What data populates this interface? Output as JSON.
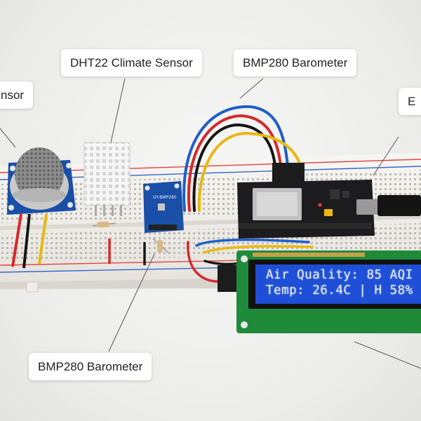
{
  "callouts": {
    "gas_sensor": "nsor",
    "dht22": "DHT22 Climate Sensor",
    "bmp280_top": "BMP280 Barometer",
    "esp32": "E",
    "bmp280_bottom": "BMP280 Barometer"
  },
  "lcd": {
    "line1": "Air Quality: 85 AQI",
    "line2": "Temp: 26.4C | H 58%"
  },
  "bmp_board_silk": "GY-BMP280",
  "colors": {
    "background": "#ececeb",
    "lcd_screen": "#1f4fd6",
    "lcd_pcb": "#1f8a3a",
    "sensor_board": "#1a4fa8",
    "esp32_board": "#1c1c1e",
    "breadboard": "#f4f2ee",
    "wire_red": "#d42a2a",
    "wire_blue": "#1f5fc8",
    "wire_yellow": "#e8b810",
    "wire_black": "#151515"
  }
}
